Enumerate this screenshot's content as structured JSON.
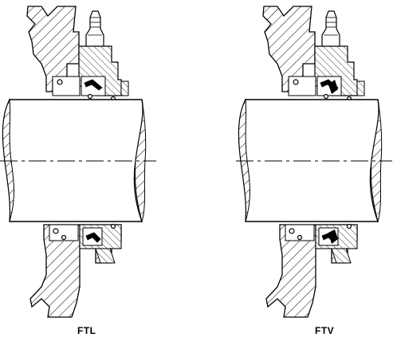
{
  "figures": [
    {
      "id": "ftl",
      "label": "FTL"
    },
    {
      "id": "ftv",
      "label": "FTV"
    }
  ],
  "colors": {
    "line": "#000000",
    "background": "#ffffff",
    "seal_fill_ftv": "#000000"
  }
}
